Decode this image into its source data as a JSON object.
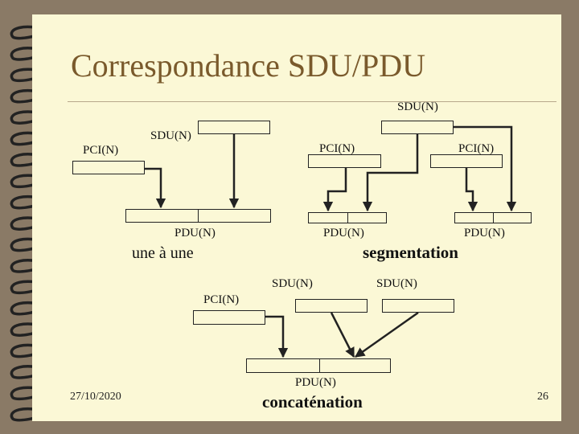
{
  "slide": {
    "title": "Correspondance SDU/PDU",
    "date": "27/10/2020",
    "page_number": "26"
  },
  "diagram": {
    "one_to_one": {
      "sdu_label": "SDU(N)",
      "pci_label": "PCI(N)",
      "pdu_label": "PDU(N)",
      "caption": "une à une"
    },
    "segmentation": {
      "sdu_label": "SDU(N)",
      "pci_label_1": "PCI(N)",
      "pci_label_2": "PCI(N)",
      "pdu_label_1": "PDU(N)",
      "pdu_label_2": "PDU(N)",
      "caption": "segmentation"
    },
    "concatenation": {
      "sdu_label_1": "SDU(N)",
      "sdu_label_2": "SDU(N)",
      "pci_label": "PCI(N)",
      "pdu_label": "PDU(N)",
      "caption": "concaténation"
    }
  }
}
